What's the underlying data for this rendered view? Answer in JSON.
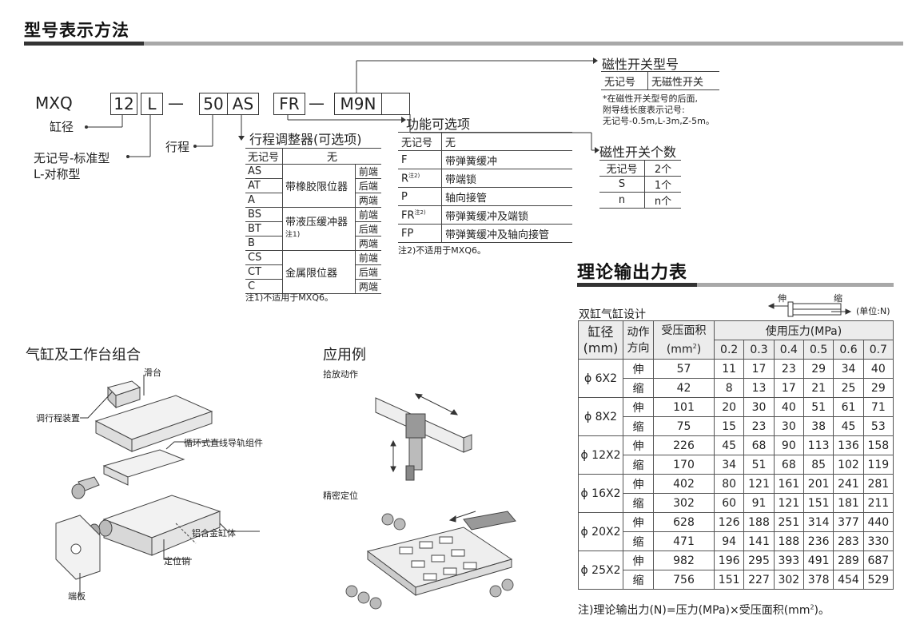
{
  "model": {
    "title": "型号表示方法",
    "prefix": "MXQ",
    "boxes": [
      "12",
      "L",
      "50",
      "AS",
      "FR",
      "M9N",
      ""
    ],
    "dash": "—",
    "bore_label": "缸径",
    "type_label_1": "无记号-标准型",
    "type_label_2": "L-对称型",
    "stroke_label": "行程",
    "adjuster": {
      "title": "行程调整器(可选项)",
      "header_code": "无记号",
      "header_value": "无",
      "groups": [
        {
          "name": "带橡胶限位器",
          "note": "",
          "rows": [
            {
              "code": "AS",
              "pos": "前端"
            },
            {
              "code": "AT",
              "pos": "后端"
            },
            {
              "code": "A",
              "pos": "两端"
            }
          ]
        },
        {
          "name": "带液压缓冲器",
          "note": "注1)",
          "rows": [
            {
              "code": "BS",
              "pos": "前端"
            },
            {
              "code": "BT",
              "pos": "后端"
            },
            {
              "code": "B",
              "pos": "两端"
            }
          ]
        },
        {
          "name": "金属限位器",
          "note": "",
          "rows": [
            {
              "code": "CS",
              "pos": "前端"
            },
            {
              "code": "CT",
              "pos": "后端"
            },
            {
              "code": "C",
              "pos": "两端"
            }
          ]
        }
      ],
      "note": "注1)不适用于MXQ6。"
    },
    "function": {
      "title": "功能可选项",
      "rows": [
        {
          "code": "无记号",
          "sup": "",
          "desc": "无"
        },
        {
          "code": "F",
          "sup": "",
          "desc": "带弹簧缓冲"
        },
        {
          "code": "R",
          "sup": "注2)",
          "desc": "带端锁"
        },
        {
          "code": "P",
          "sup": "",
          "desc": "轴向接管"
        },
        {
          "code": "FR",
          "sup": "注2)",
          "desc": "带弹簧缓冲及端锁"
        },
        {
          "code": "FP",
          "sup": "",
          "desc": "带弹簧缓冲及轴向接管"
        }
      ],
      "note": "注2)不适用于MXQ6。"
    },
    "switch_model": {
      "title": "磁性开关型号",
      "code": "无记号",
      "value": "无磁性开关",
      "note_1": "*在磁性开关型号的后面,",
      "note_2": "附导线长度表示记号:",
      "note_3": "无记号-0.5m,L-3m,Z-5m。"
    },
    "switch_count": {
      "title": "磁性开关个数",
      "rows": [
        {
          "code": "无记号",
          "value": "2个"
        },
        {
          "code": "S",
          "value": "1个"
        },
        {
          "code": "n",
          "value": "n个"
        }
      ]
    }
  },
  "force": {
    "title": "理论输出力表",
    "subtitle": "双缸气缸设计",
    "extend_label": "伸",
    "retract_label": "缩",
    "unit": "(单位:N)",
    "header_bore_1": "缸径",
    "header_bore_2": "(mm)",
    "header_dir_1": "动作",
    "header_dir_2": "方向",
    "header_area_1": "受压面积",
    "header_area_2": "(mm",
    "header_area_sup": "2",
    "header_area_3": ")",
    "header_pressure": "使用压力(MPa)",
    "pressures": [
      "0.2",
      "0.3",
      "0.4",
      "0.5",
      "0.6",
      "0.7"
    ],
    "rows": [
      {
        "bore": "ϕ 6X2",
        "dir": "伸",
        "area": "57",
        "values": [
          "11",
          "17",
          "23",
          "29",
          "34",
          "40"
        ]
      },
      {
        "bore": "",
        "dir": "缩",
        "area": "42",
        "values": [
          "8",
          "13",
          "17",
          "21",
          "25",
          "29"
        ]
      },
      {
        "bore": "ϕ 8X2",
        "dir": "伸",
        "area": "101",
        "values": [
          "20",
          "30",
          "40",
          "51",
          "61",
          "71"
        ]
      },
      {
        "bore": "",
        "dir": "缩",
        "area": "75",
        "values": [
          "15",
          "23",
          "30",
          "38",
          "45",
          "53"
        ]
      },
      {
        "bore": "ϕ 12X2",
        "dir": "伸",
        "area": "226",
        "values": [
          "45",
          "68",
          "90",
          "113",
          "136",
          "158"
        ]
      },
      {
        "bore": "",
        "dir": "缩",
        "area": "170",
        "values": [
          "34",
          "51",
          "68",
          "85",
          "102",
          "119"
        ]
      },
      {
        "bore": "ϕ 16X2",
        "dir": "伸",
        "area": "402",
        "values": [
          "80",
          "121",
          "161",
          "201",
          "241",
          "281"
        ]
      },
      {
        "bore": "",
        "dir": "缩",
        "area": "302",
        "values": [
          "60",
          "91",
          "121",
          "151",
          "181",
          "211"
        ]
      },
      {
        "bore": "ϕ 20X2",
        "dir": "伸",
        "area": "628",
        "values": [
          "126",
          "188",
          "251",
          "314",
          "377",
          "440"
        ]
      },
      {
        "bore": "",
        "dir": "缩",
        "area": "471",
        "values": [
          "94",
          "141",
          "188",
          "236",
          "283",
          "330"
        ]
      },
      {
        "bore": "ϕ 25X2",
        "dir": "伸",
        "area": "982",
        "values": [
          "196",
          "295",
          "393",
          "491",
          "289",
          "687"
        ]
      },
      {
        "bore": "",
        "dir": "缩",
        "area": "756",
        "values": [
          "151",
          "227",
          "302",
          "378",
          "454",
          "529"
        ]
      }
    ],
    "note_a": "注)理论输出力(N)=压力(MPa)×受压面积(mm",
    "note_sup": "2",
    "note_b": ")。"
  },
  "combo": {
    "title": "气缸及工作台组合",
    "labels": [
      "滑台",
      "调行程装置",
      "循环式直线导轨组件",
      "铝合金缸体",
      "定位销",
      "端板"
    ]
  },
  "application": {
    "title": "应用例",
    "example_1": "拾放动作",
    "example_2": "精密定位"
  }
}
